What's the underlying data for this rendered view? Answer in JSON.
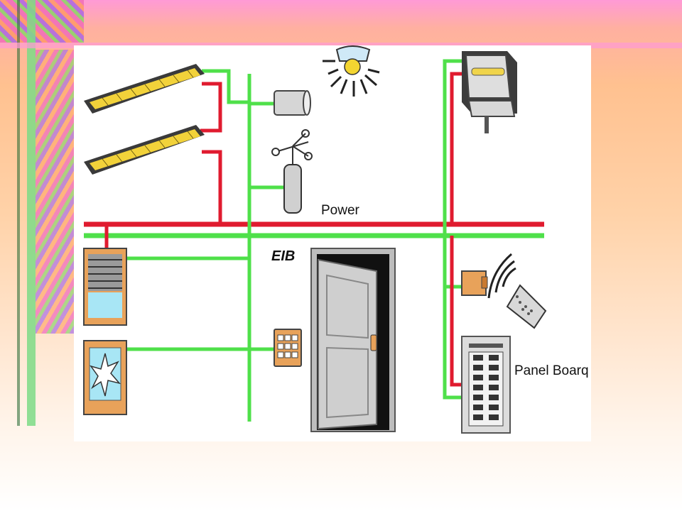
{
  "diagram": {
    "labels": {
      "power": "Power",
      "eib": "EIB",
      "panel_board": "Panel Boarq"
    },
    "colors": {
      "power_line": "#e01b2f",
      "bus_line": "#4fe04a",
      "device_orange": "#e58a3c",
      "device_gray": "#cfcfcf"
    },
    "devices": [
      "fluorescent-lamp",
      "fluorescent-lamp",
      "sensor-cylinder",
      "sun-sensor",
      "weather-station",
      "floodlight",
      "blind-controller",
      "window-glass-break",
      "keypad",
      "door",
      "ir-receiver",
      "remote-control",
      "panel-board"
    ]
  }
}
